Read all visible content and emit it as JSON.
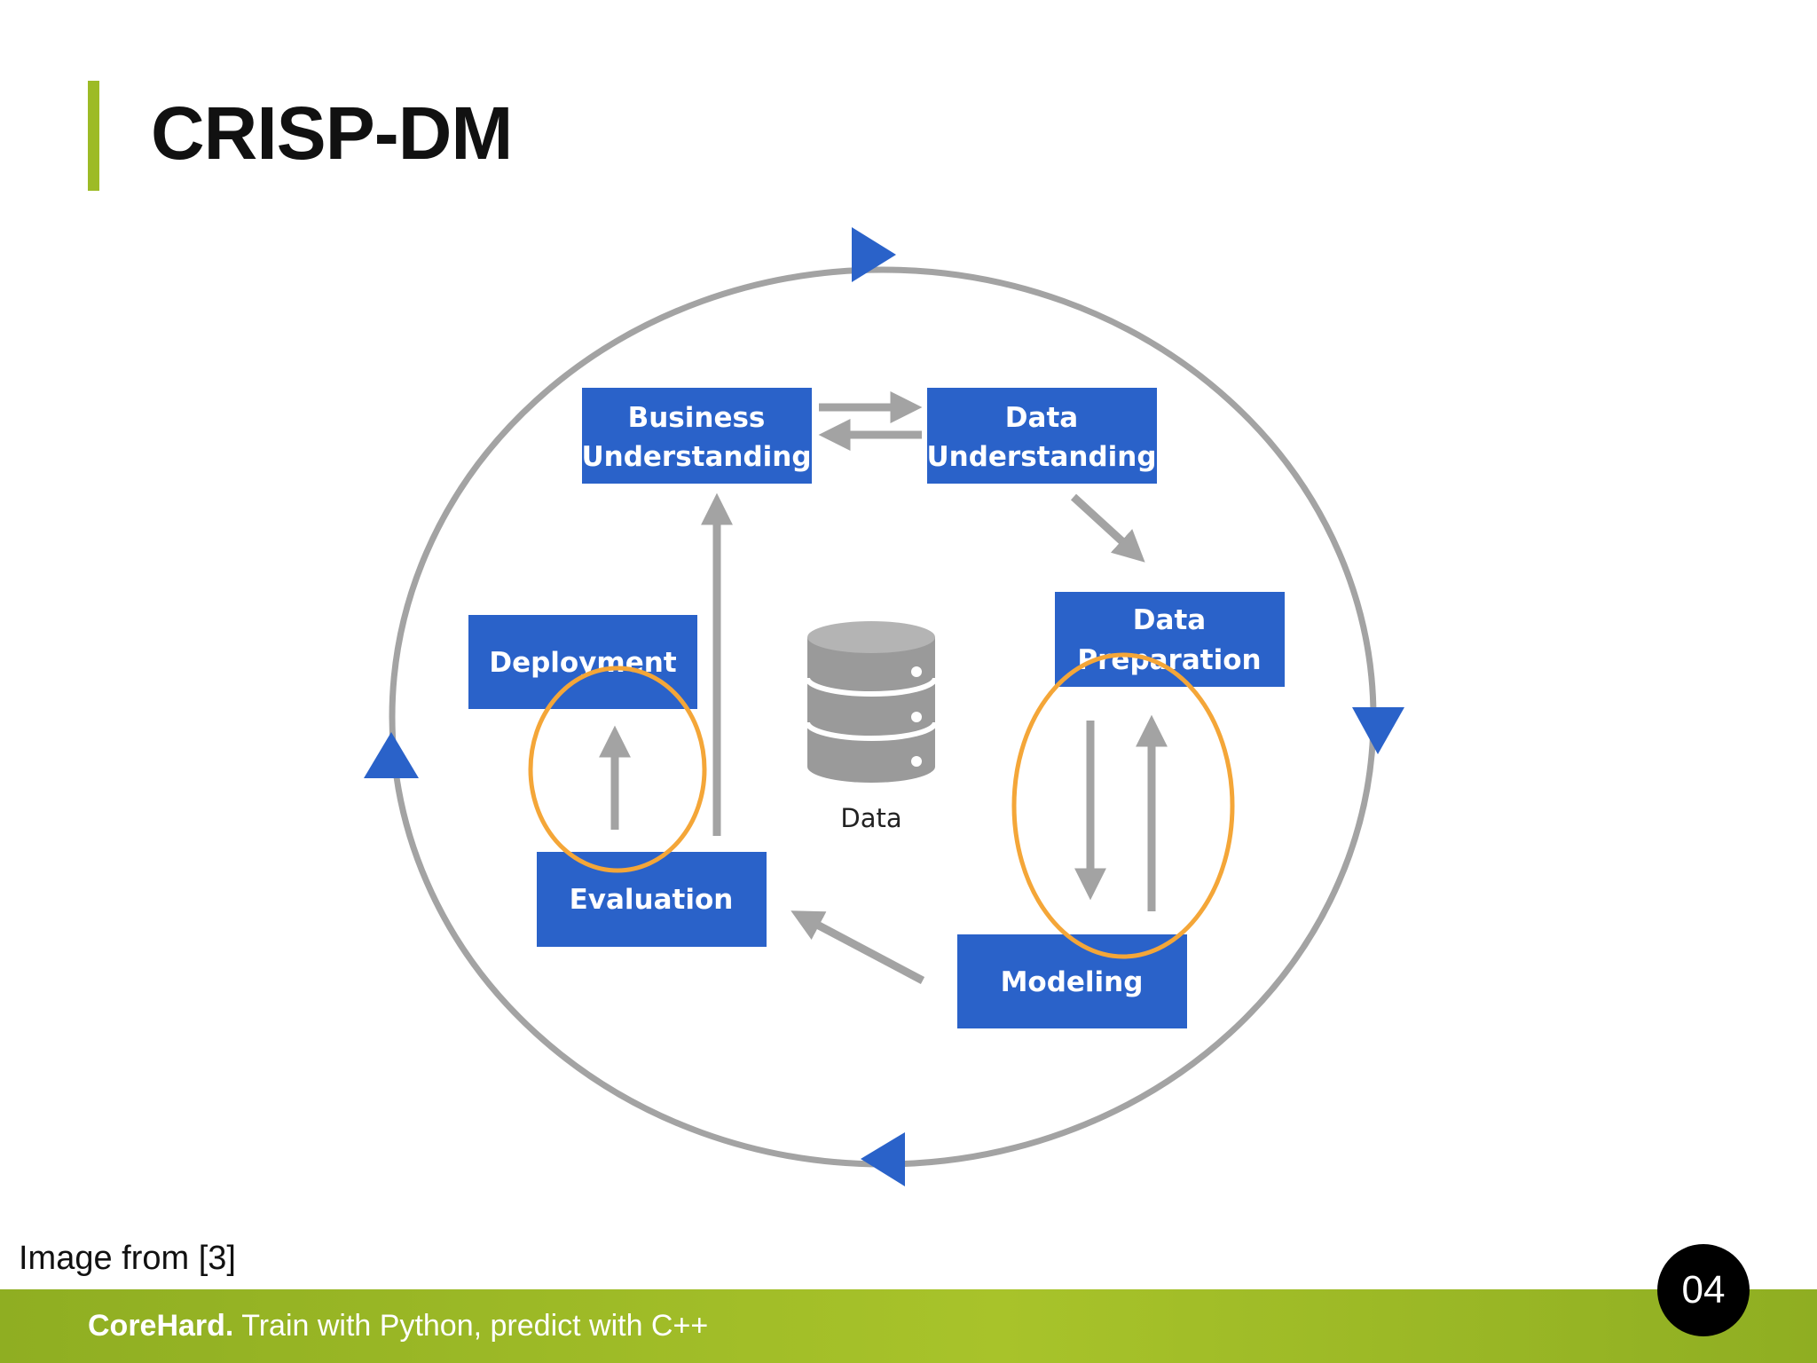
{
  "slide": {
    "title": "CRISP-DM",
    "caption": "Image from [3]",
    "page_number": "04"
  },
  "footer": {
    "brand": "CoreHard.",
    "tagline": "Train with Python, predict with C++"
  },
  "diagram": {
    "nodes": {
      "business_understanding": {
        "line1": "Business",
        "line2": "Understanding"
      },
      "data_understanding": {
        "line1": "Data",
        "line2": "Understanding"
      },
      "data_preparation": {
        "line1": "Data",
        "line2": "Preparation"
      },
      "modeling": {
        "label": "Modeling"
      },
      "evaluation": {
        "label": "Evaluation"
      },
      "deployment": {
        "label": "Deployment"
      }
    },
    "center_label": "Data",
    "colors": {
      "node_fill": "#2a62c9",
      "arrow": "#a3a3a3",
      "highlight_ellipse": "#f4a638",
      "accent": "#9dbb26"
    }
  }
}
